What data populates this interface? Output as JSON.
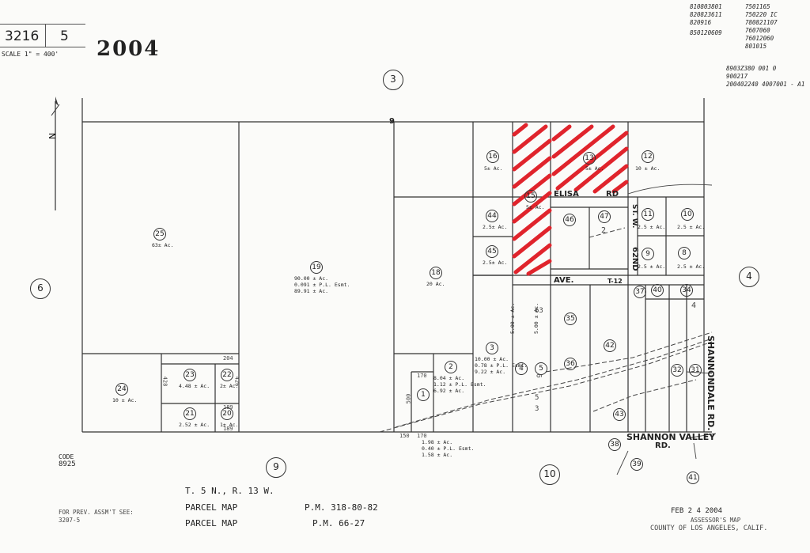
{
  "header": {
    "book": "3216",
    "page": "5",
    "scale": "SCALE 1\" = 400'",
    "year": "2004"
  },
  "sections": {
    "north": "3",
    "west": "6",
    "east": "4",
    "south": "9",
    "south_east": "10",
    "section_line": "9"
  },
  "parcels": [
    {
      "id": "25",
      "area": "63± Ac."
    },
    {
      "id": "19",
      "area": "90.00 ± Ac.\n0.091 ± P.L. Esmt.\n89.91 ± Ac."
    },
    {
      "id": "18",
      "area": "20 Ac."
    },
    {
      "id": "16",
      "area": "5± Ac."
    },
    {
      "id": "15",
      "area": "5± Ac."
    },
    {
      "id": "13",
      "area": "5± Ac."
    },
    {
      "id": "12",
      "area": "10 ± Ac."
    },
    {
      "id": "44",
      "area": "2.5± Ac."
    },
    {
      "id": "45",
      "area": "2.5± Ac."
    },
    {
      "id": "46",
      "area": ""
    },
    {
      "id": "47",
      "area": ""
    },
    {
      "id": "11",
      "area": "2.5 ± Ac."
    },
    {
      "id": "10",
      "area": "2.5 ± Ac."
    },
    {
      "id": "9",
      "area": "2.5 ± Ac."
    },
    {
      "id": "8",
      "area": "2.5 ± Ac."
    },
    {
      "id": "37",
      "area": ""
    },
    {
      "id": "40",
      "area": ""
    },
    {
      "id": "34",
      "area": ""
    },
    {
      "id": "35",
      "area": ""
    },
    {
      "id": "36",
      "area": ""
    },
    {
      "id": "42",
      "area": ""
    },
    {
      "id": "43",
      "area": ""
    },
    {
      "id": "32",
      "area": ""
    },
    {
      "id": "31",
      "area": ""
    },
    {
      "id": "4",
      "area": "5.00 ± Ac."
    },
    {
      "id": "5",
      "area": "5.00 ± Ac."
    },
    {
      "id": "3",
      "area": "10.00 ± Ac.\n0.78 ± P.L. Esmt.\n9.22 ± Ac."
    },
    {
      "id": "2",
      "area": "8.04 ± Ac.\n1.12 ± P.L. Esmt.\n6.92 ± Ac."
    },
    {
      "id": "1",
      "area": "1.98 ± Ac.\n0.40 ± P.L. Esmt.\n1.58 ± Ac."
    },
    {
      "id": "24",
      "area": "10 ± Ac."
    },
    {
      "id": "23",
      "area": "4.48 ± Ac."
    },
    {
      "id": "22",
      "area": "2± Ac."
    },
    {
      "id": "21",
      "area": "2.52 ± Ac."
    },
    {
      "id": "20",
      "area": "1± Ac."
    },
    {
      "id": "38",
      "area": ""
    },
    {
      "id": "39",
      "area": ""
    },
    {
      "id": "41",
      "area": ""
    }
  ],
  "streets": {
    "elisa": "ELISA",
    "rd": "RD",
    "ave": "AVE.",
    "t12": "T-12",
    "st_w": "ST. W.",
    "nd62": "62ND",
    "shannon_valley": "SHANNON VALLEY",
    "shannon_rd": "RD.",
    "shannondale": "SHANNONDALE RD."
  },
  "dims": {
    "d170a": "170",
    "d500": "500",
    "d150": "150",
    "d170b": "170",
    "d204": "204",
    "d426": "426",
    "d428": "428",
    "d189a": "189",
    "d189b": "189",
    "d4": "4",
    "d2": "2",
    "d6": "6",
    "d3": "3",
    "d5": "5",
    "d63": "63"
  },
  "code": {
    "label": "CODE",
    "value": "8925"
  },
  "township": "T. 5 N., R. 13 W.",
  "parcel_maps": [
    {
      "label": "PARCEL  MAP",
      "ref": "P.M. 318-80-82"
    },
    {
      "label": "PARCEL  MAP",
      "ref": "P.M. 66-27"
    }
  ],
  "prev_assmt": {
    "label": "FOR PREV. ASSM'T SEE:",
    "value": "3207-5"
  },
  "assessor": {
    "date": "FEB 2 4 2004",
    "line1": "ASSESSOR'S MAP",
    "line2": "COUNTY OF LOS ANGELES, CALIF."
  },
  "refs_left": [
    "810803801",
    "820823611",
    "820916",
    "850120609"
  ],
  "refs_right": [
    "7501165",
    "750220 IC",
    "780821107",
    "7607060",
    "76012060",
    "801015"
  ],
  "refs_bottom": [
    "8903Z380 001 0",
    "900217",
    "200402240 4007001 - A1"
  ],
  "colors": {
    "hatch": "#e0242c",
    "line": "#333333",
    "paper": "#fbfbf9"
  }
}
